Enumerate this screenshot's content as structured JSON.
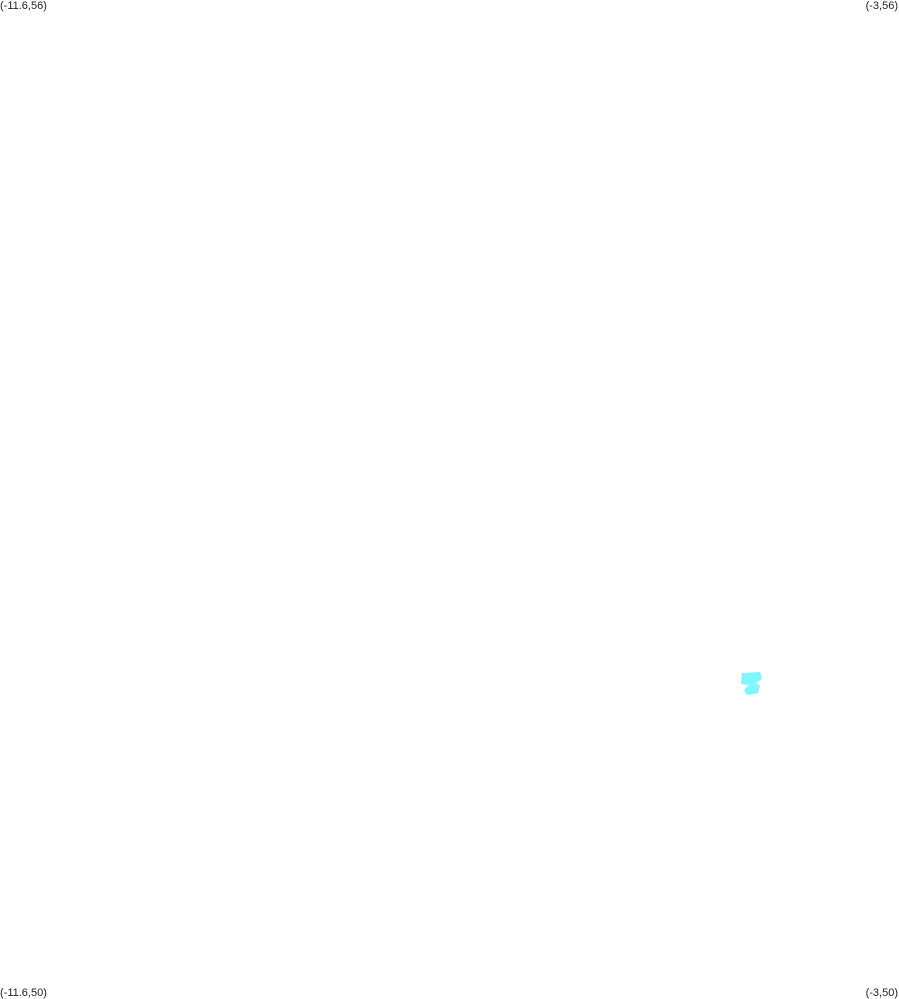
{
  "map": {
    "corners": {
      "top_left": "(-11.6,56)",
      "top_right": "(-3,56)",
      "bottom_left": "(-11.6,50)",
      "bottom_right": "(-3,50)"
    },
    "feature_color": "#7ff6ff",
    "background_color": "#ffffff"
  }
}
